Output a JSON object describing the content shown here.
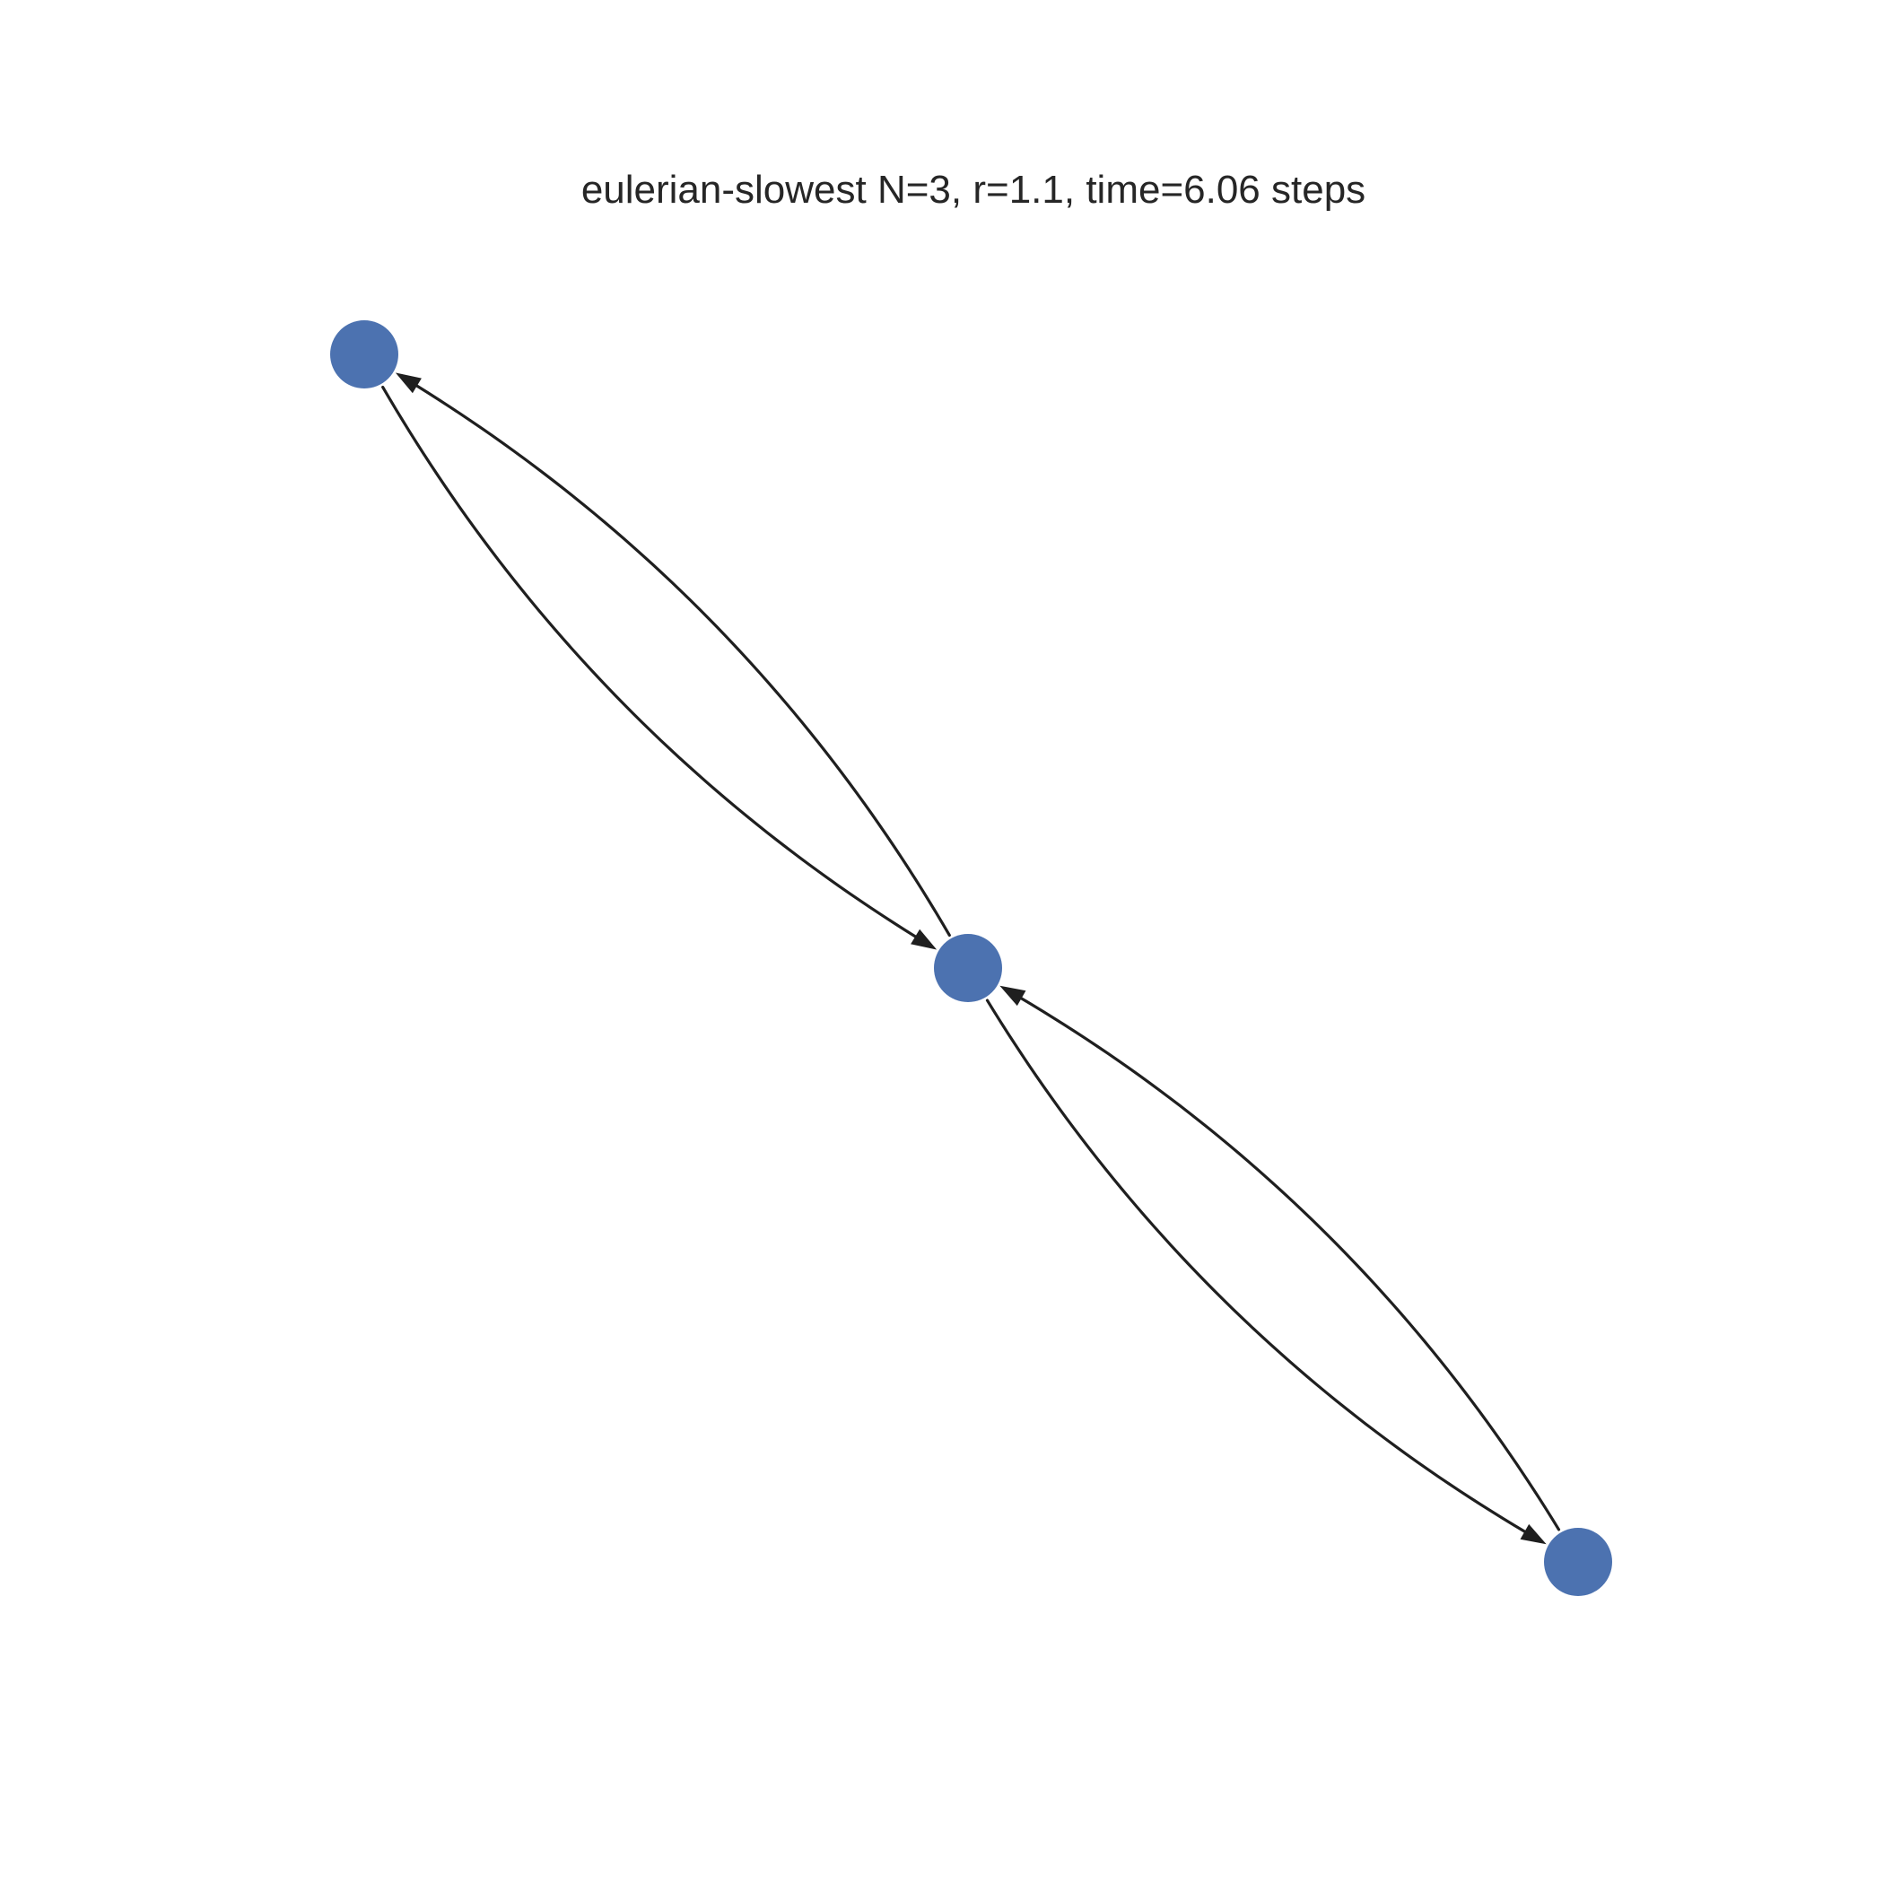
{
  "title": "eulerian-slowest N=3, r=1.1, time=6.06 steps",
  "node_color": "#4c72b0",
  "edge_color": "#1f1f1f",
  "graph": {
    "directed": true,
    "nodes": [
      "0",
      "1",
      "2"
    ],
    "edges": [
      {
        "from": "0",
        "to": "1"
      },
      {
        "from": "1",
        "to": "0"
      },
      {
        "from": "1",
        "to": "2"
      },
      {
        "from": "2",
        "to": "1"
      }
    ]
  }
}
